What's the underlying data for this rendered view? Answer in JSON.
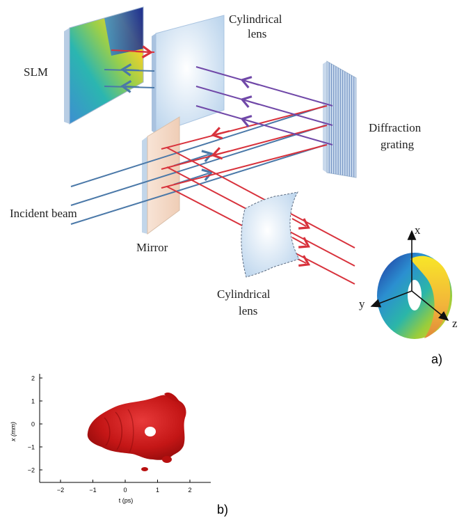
{
  "figure_a": {
    "panel_label": "a)",
    "labels": {
      "slm": "SLM",
      "cyl_lens_top_line1": "Cylindrical",
      "cyl_lens_top_line2": "lens",
      "grating_line1": "Diffraction",
      "grating_line2": "grating",
      "incident_beam": "Incident beam",
      "mirror": "Mirror",
      "cyl_lens_bottom_line1": "Cylindrical",
      "cyl_lens_bottom_line2": "lens"
    },
    "axes": {
      "x": "x",
      "y": "y",
      "z": "z"
    },
    "colors": {
      "incident_beam": "#4a78a8",
      "red_beam": "#d8323c",
      "purple_beam": "#7048a8",
      "mirror": "#f6dccb",
      "lens": "#cfe1f2",
      "grating": "#b7cbe3"
    }
  },
  "figure_b": {
    "panel_label": "b)",
    "xlabel": "t (ps)",
    "ylabel": "x (mm)",
    "xticks": [
      "−2",
      "−1",
      "0",
      "1",
      "2"
    ],
    "yticks": [
      "2",
      "1",
      "0",
      "−1",
      "−2"
    ],
    "blob_color": "#c81818"
  }
}
